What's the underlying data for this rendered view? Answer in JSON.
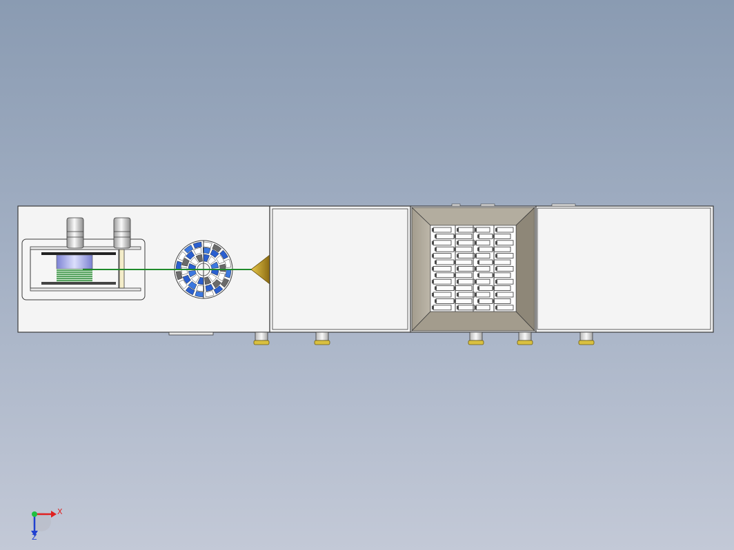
{
  "viewport": {
    "view_name": "Front",
    "background_top": "#8a9bb2",
    "background_bottom": "#c3c9d7"
  },
  "triad": {
    "x_label": "X",
    "z_label": "Z",
    "x_color": "#e02020",
    "z_color": "#2040d0",
    "y_color": "#20c040"
  },
  "model": {
    "housing_color": "#f4f4f4",
    "edge_color": "#3a3a3a",
    "nozzle_color": "#c8a020",
    "filament_color": "#1f8a2a",
    "coil_color": "#2e8b3a",
    "spool_color": "#9aa0e8",
    "fan_color": "#2a5fd0",
    "hopper_color": "#9b9384",
    "foot_color": "#d9c040",
    "components": [
      {
        "name": "winding-module"
      },
      {
        "name": "cooling-fan"
      },
      {
        "name": "extrusion-nozzle"
      },
      {
        "name": "heater-section"
      },
      {
        "name": "shredder-hopper"
      },
      {
        "name": "shredder-blades"
      },
      {
        "name": "end-section"
      }
    ]
  }
}
